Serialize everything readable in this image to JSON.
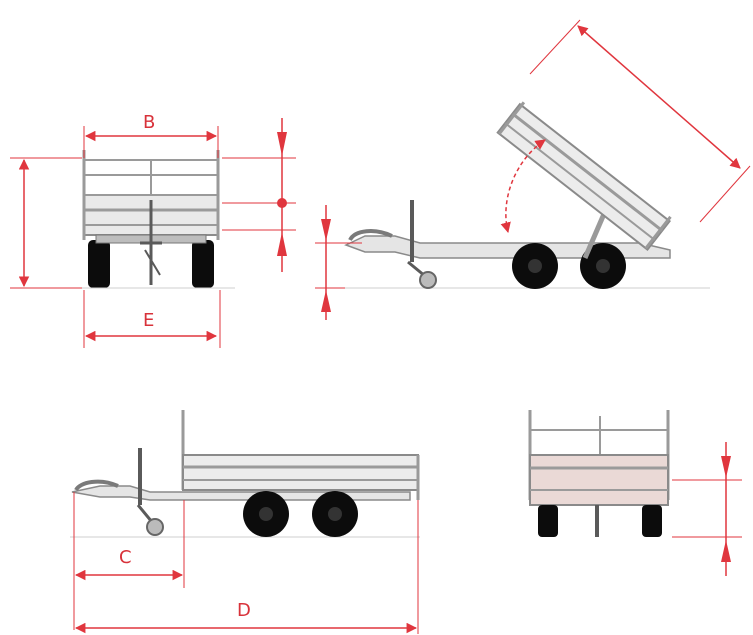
{
  "labels": {
    "b": "B",
    "c": "C",
    "d": "D",
    "e": "E"
  },
  "colors": {
    "dimension": "#e0363e",
    "frame": "#9a9a9a",
    "panel_fill": "#e9e9e9",
    "tyre": "#0c0c0c",
    "ground": "#cfcfcf"
  },
  "views": [
    "front-view",
    "tipping-side-view",
    "side-view",
    "rear-view"
  ]
}
